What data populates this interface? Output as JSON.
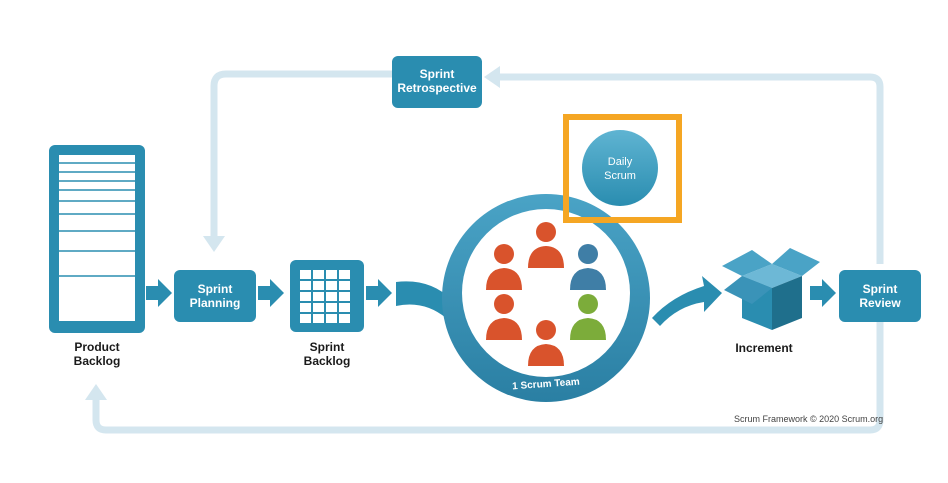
{
  "nodes": {
    "product_backlog": "Product\nBacklog",
    "sprint_planning": "Sprint\nPlanning",
    "sprint_backlog": "Sprint\nBacklog",
    "daily_scrum": "Daily\nScrum",
    "scrum_team": "1 Scrum Team",
    "increment": "Increment",
    "sprint_review": "Sprint\nReview",
    "sprint_retrospective": "Sprint\nRetrospective"
  },
  "copyright": "Scrum Framework © 2020 Scrum.org",
  "colors": {
    "primary": "#2a8db0",
    "primary_dark": "#1f6f8c",
    "light_loop": "#d4e6ef",
    "highlight": "#f5a623",
    "person_red": "#d9532c",
    "person_blue": "#3f7ea6",
    "person_green": "#7cac3a"
  }
}
